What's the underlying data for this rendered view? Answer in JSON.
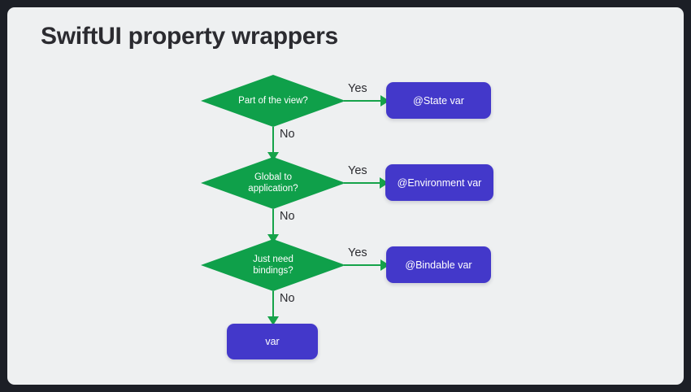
{
  "page": {
    "title": "SwiftUI property wrappers",
    "frame_color": "#1c1f26",
    "canvas_color": "#eef0f1",
    "title_color": "#2b2b30"
  },
  "colors": {
    "decision_green": "#0fa04a",
    "connector_green": "#16a34a",
    "result_purple": "#4338ca",
    "label_text": "#2b2b30",
    "node_text": "#ffffff"
  },
  "flowchart": {
    "decisions": [
      {
        "id": "part-of-view",
        "label": "Part of the view?"
      },
      {
        "id": "global-to-application",
        "label": "Global to\napplication?"
      },
      {
        "id": "just-need-bindings",
        "label": "Just need\nbindings?"
      }
    ],
    "results": [
      {
        "id": "state-var",
        "label": "@State var"
      },
      {
        "id": "environment-var",
        "label": "@Environment var"
      },
      {
        "id": "bindable-var",
        "label": "@Bindable var"
      },
      {
        "id": "plain-var",
        "label": "var"
      }
    ],
    "edges": [
      {
        "from": "part-of-view",
        "to": "state-var",
        "label": "Yes"
      },
      {
        "from": "part-of-view",
        "to": "global-to-application",
        "label": "No"
      },
      {
        "from": "global-to-application",
        "to": "environment-var",
        "label": "Yes"
      },
      {
        "from": "global-to-application",
        "to": "just-need-bindings",
        "label": "No"
      },
      {
        "from": "just-need-bindings",
        "to": "bindable-var",
        "label": "Yes"
      },
      {
        "from": "just-need-bindings",
        "to": "plain-var",
        "label": "No"
      }
    ]
  }
}
